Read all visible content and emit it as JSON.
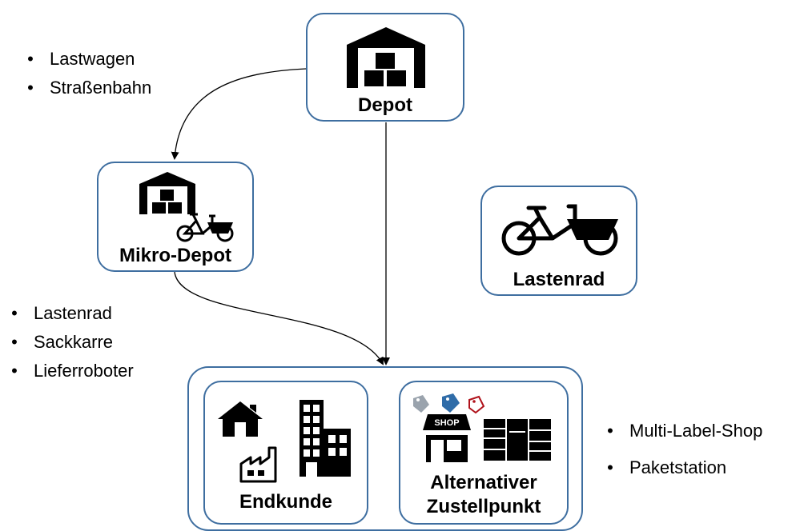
{
  "nodes": {
    "depot": {
      "label": "Depot",
      "icon": "warehouse-icon"
    },
    "micro_depot": {
      "label": "Mikro-Depot",
      "icon": "warehouse-with-cargo-bike-icon"
    },
    "cargo_bike": {
      "label": "Lastenrad",
      "icon": "cargo-bike-icon"
    },
    "end_customer": {
      "label": "Endkunde",
      "icons": [
        "house-icon",
        "factory-icon",
        "office-building-icon"
      ]
    },
    "alt_point": {
      "label_line1": "Alternativer",
      "label_line2": "Zustellpunkt",
      "icons": [
        "price-tags-icon",
        "shop-icon",
        "parcel-locker-icon"
      ]
    }
  },
  "lists": {
    "depot_to_micro": [
      "Lastwagen",
      "Straßenbahn"
    ],
    "micro_to_customer": [
      "Lastenrad",
      "Sackkarre",
      "Lieferroboter"
    ],
    "alt_point_types": [
      "Multi-Label-Shop",
      "Paketstation"
    ]
  },
  "bullet_char": "•",
  "colors": {
    "box_border": "#3e6ea0",
    "arrow": "#000000",
    "icon": "#000000",
    "tag_gray": "#9aa3ad",
    "tag_blue": "#2f6ca8",
    "tag_red": "#b0121b"
  }
}
